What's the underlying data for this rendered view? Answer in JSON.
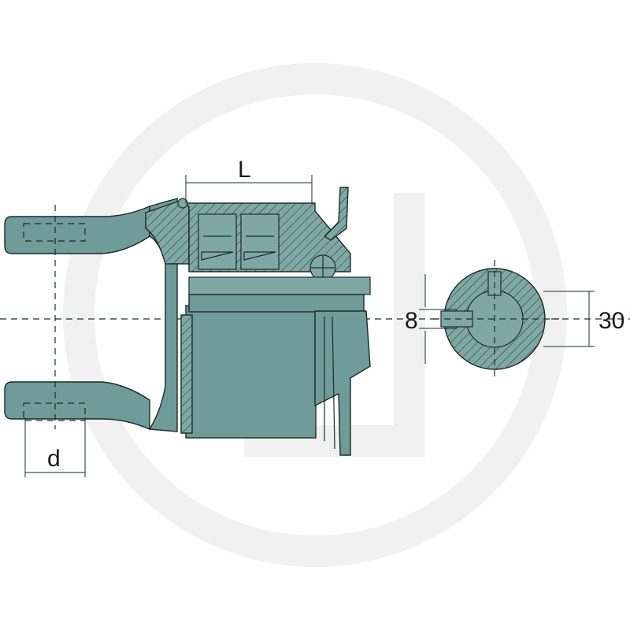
{
  "diagram": {
    "dimension_labels": {
      "length": "L",
      "diameter": "d",
      "key_width": "8",
      "bore": "30"
    },
    "colors": {
      "part_fill": "#6f9b98",
      "part_light": "#7fa8a5",
      "outline": "#1d2b2a",
      "watermark": "#f1f1f1"
    },
    "icons": [
      "watermark-logo",
      "yoke-fork",
      "clutch-housing",
      "hub-cross-section"
    ]
  }
}
